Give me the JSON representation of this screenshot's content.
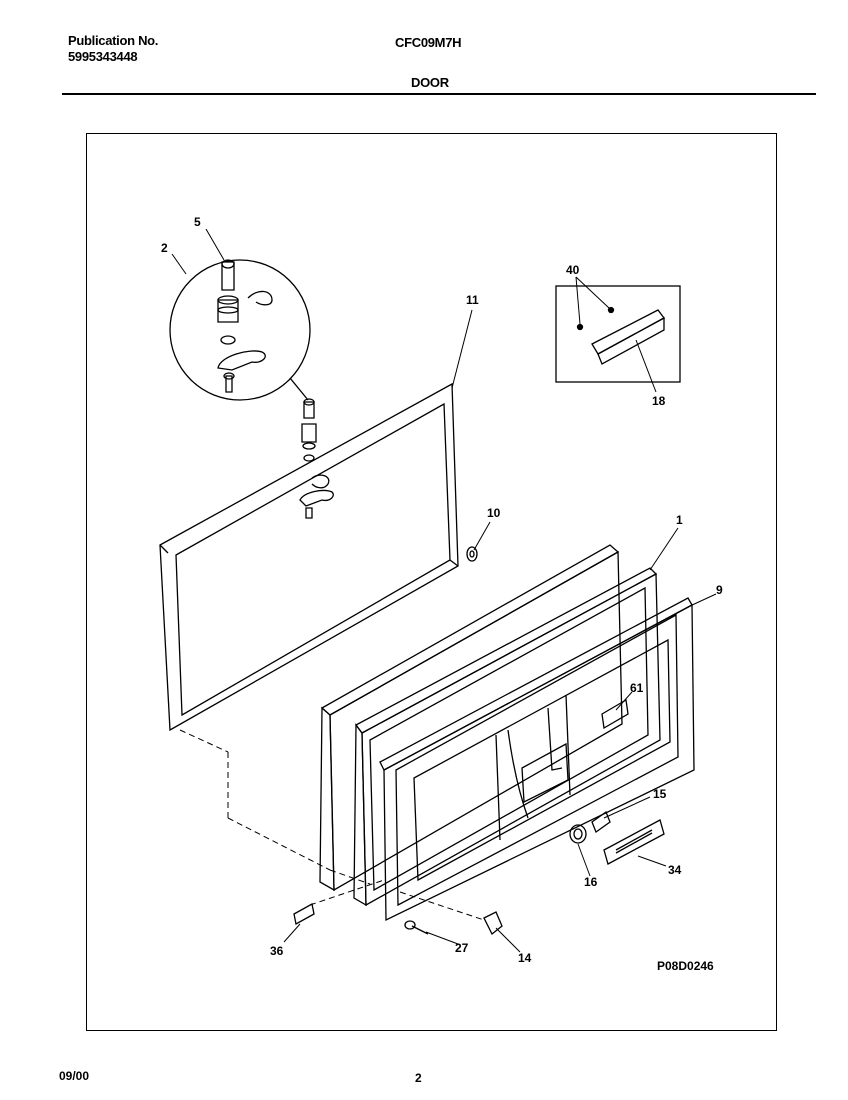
{
  "header": {
    "publication_label": "Publication No.",
    "publication_number": "5995343448",
    "model": "CFC09M7H",
    "section": "DOOR"
  },
  "diagram": {
    "drawing_code": "P08D0246",
    "callouts": {
      "c1": "1",
      "c2": "2",
      "c5": "5",
      "c9": "9",
      "c10": "10",
      "c11": "11",
      "c14": "14",
      "c15": "15",
      "c16": "16",
      "c18": "18",
      "c27": "27",
      "c34": "34",
      "c36": "36",
      "c40": "40",
      "c61": "61"
    }
  },
  "footer": {
    "date": "09/00",
    "page": "2"
  }
}
